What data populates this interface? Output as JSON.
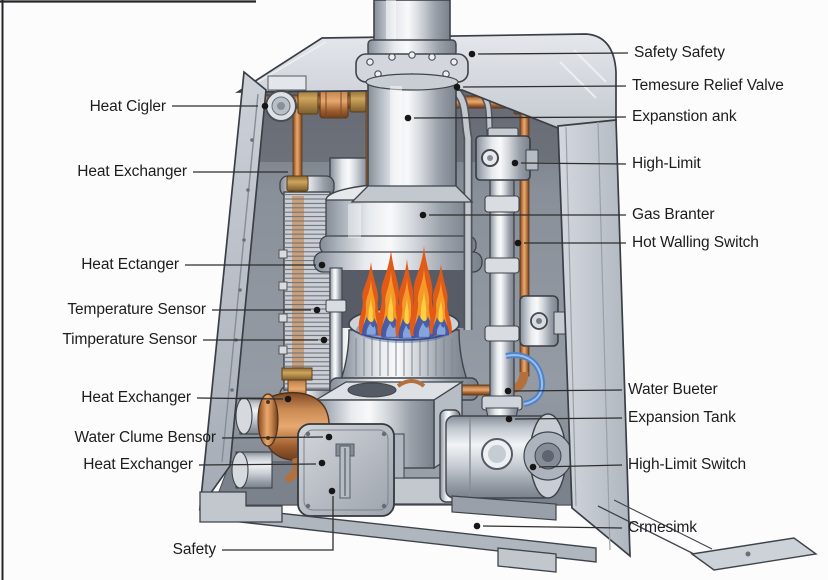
{
  "figure": {
    "kind": "boiler-cutaway-diagram"
  },
  "labels": [
    {
      "id": "heat-cigler",
      "side": "left",
      "text": "Heat Cigler"
    },
    {
      "id": "heat-exchanger-top",
      "side": "left",
      "text": "Heat Exchanger"
    },
    {
      "id": "heat-ectanger",
      "side": "left",
      "text": "Heat Ectanger"
    },
    {
      "id": "temperature-sensor",
      "side": "left",
      "text": "Temperature Sensor"
    },
    {
      "id": "timperature-sensor",
      "side": "left",
      "text": "Timperature Sensor"
    },
    {
      "id": "heat-exchanger-mid",
      "side": "left",
      "text": "Heat Exchanger"
    },
    {
      "id": "water-clume-bensor",
      "side": "left",
      "text": "Water Clume Bensor"
    },
    {
      "id": "heat-exchanger-lower",
      "side": "left",
      "text": "Heat Exchanger"
    },
    {
      "id": "safety",
      "side": "left",
      "text": "Safety"
    },
    {
      "id": "safety-safety",
      "side": "right",
      "text": "Safety Safety"
    },
    {
      "id": "temesure-relief-valve",
      "side": "right",
      "text": "Temesure Relief Valve"
    },
    {
      "id": "expanstion-ank",
      "side": "right",
      "text": "Expanstion ank"
    },
    {
      "id": "high-limit",
      "side": "right",
      "text": "High-Limit"
    },
    {
      "id": "gas-branter",
      "side": "right",
      "text": "Gas Branter"
    },
    {
      "id": "hot-walling-switch",
      "side": "right",
      "text": "Hot Walling Switch"
    },
    {
      "id": "water-bueter",
      "side": "right",
      "text": "Water Bueter"
    },
    {
      "id": "expansion-tank",
      "side": "right",
      "text": "Expansion Tank"
    },
    {
      "id": "high-limit-switch",
      "side": "right",
      "text": "High-Limit Switch"
    },
    {
      "id": "crmesimk",
      "side": "right",
      "text": "Crmesimk"
    }
  ],
  "colors": {
    "background": "#fcfcfd",
    "text": "#1d1d1f",
    "line": "#2e2e2e",
    "casing": "#c6cbd2",
    "interior": "#8a9099",
    "copper": "#c07a44",
    "brass": "#cfa55e",
    "flame_orange": "#f59a27",
    "flame_red": "#e25a17",
    "flame_blue": "#3a57ae",
    "hose_blue": "#4f83cc",
    "metal_light": "#e8ebee"
  }
}
